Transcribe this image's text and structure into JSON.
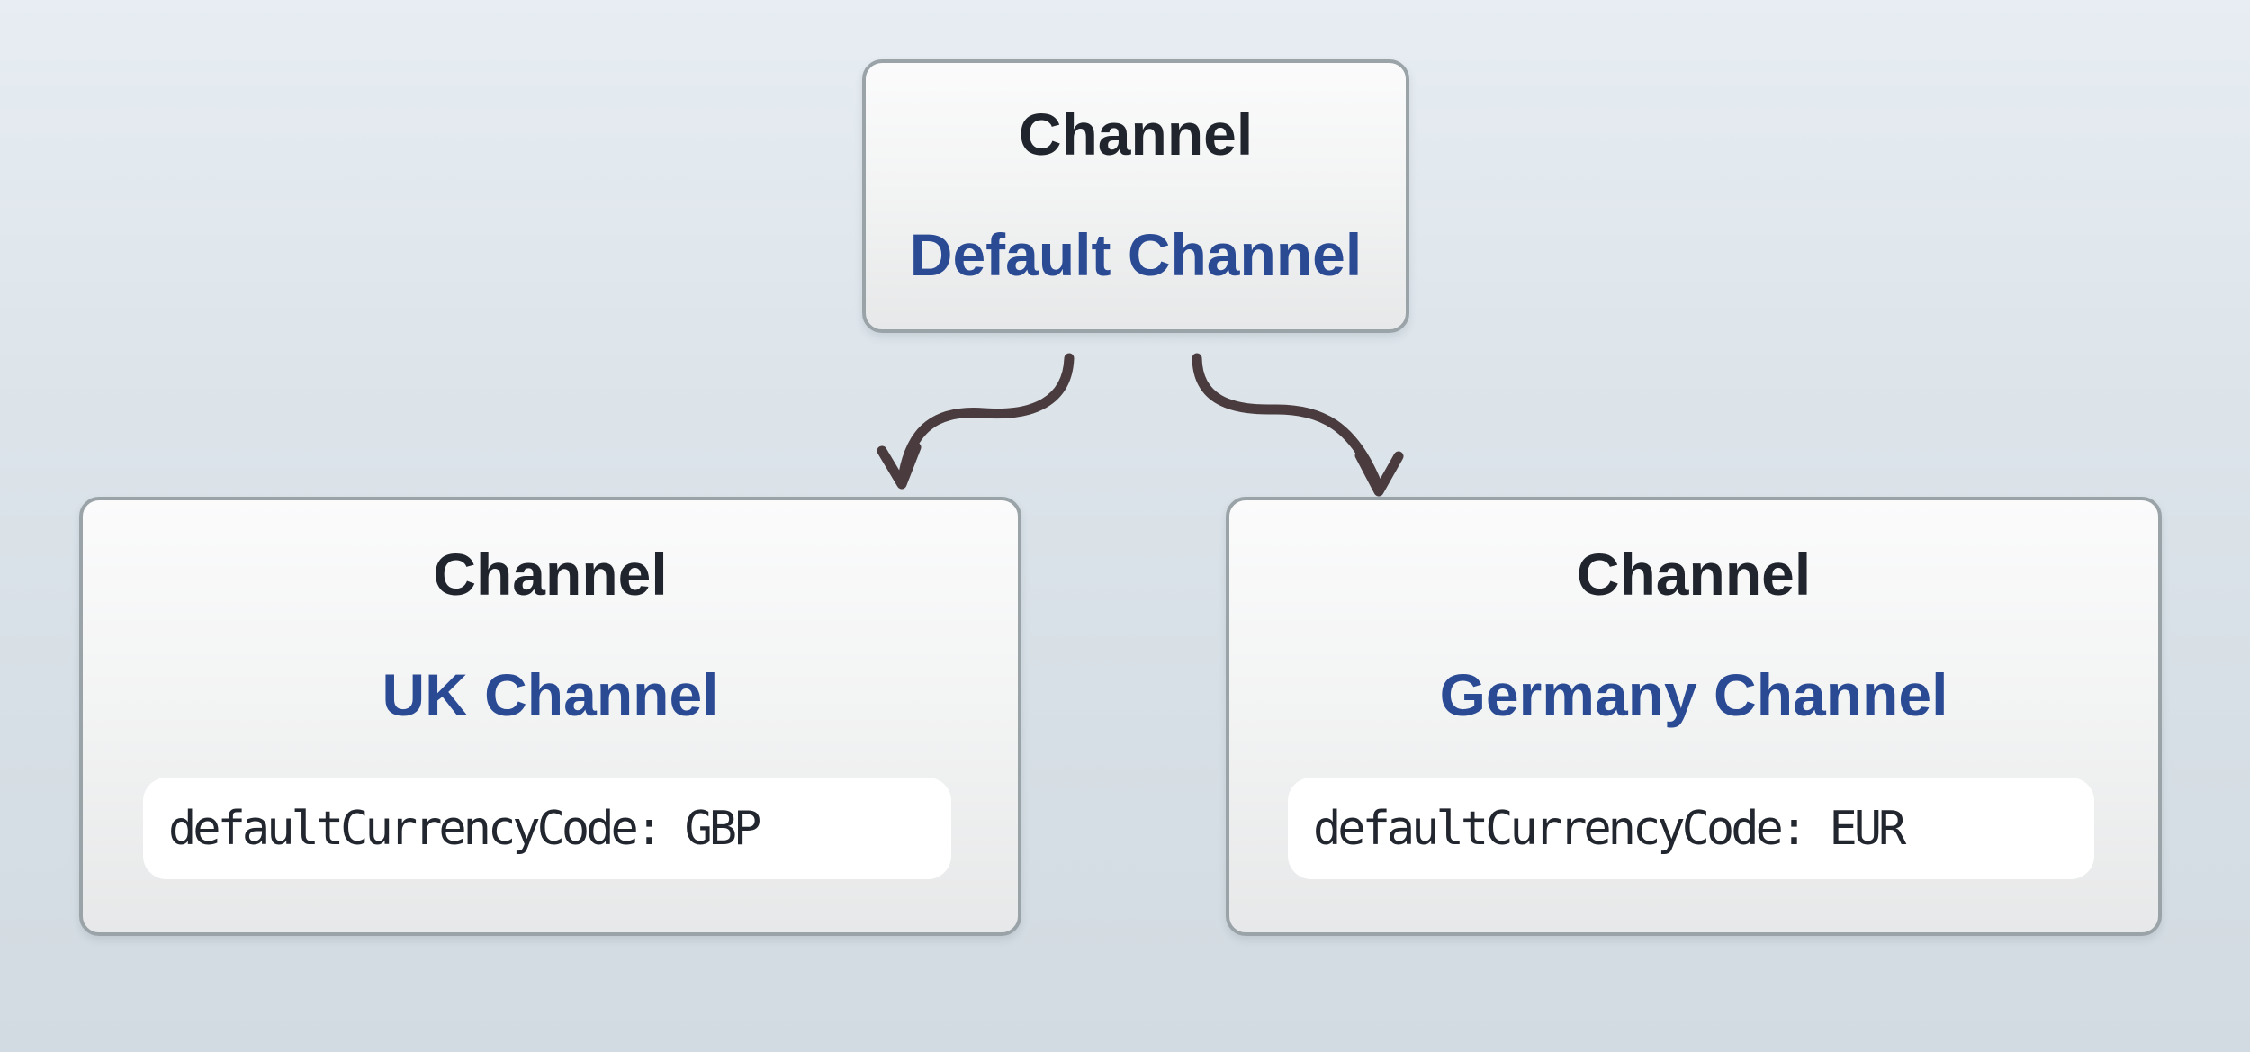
{
  "diagram": {
    "root": {
      "title": "Channel",
      "name": "Default Channel"
    },
    "children": [
      {
        "title": "Channel",
        "name": "UK Channel",
        "code": "defaultCurrencyCode: GBP"
      },
      {
        "title": "Channel",
        "name": "Germany Channel",
        "code": "defaultCurrencyCode: EUR"
      }
    ],
    "colors": {
      "accent_blue": "#2a4a94",
      "heading": "#20242c",
      "arrow": "#4a3c3e",
      "box_border": "#9aa3a8",
      "code_text": "#22262e",
      "pill_bg": "#ffffff"
    }
  }
}
